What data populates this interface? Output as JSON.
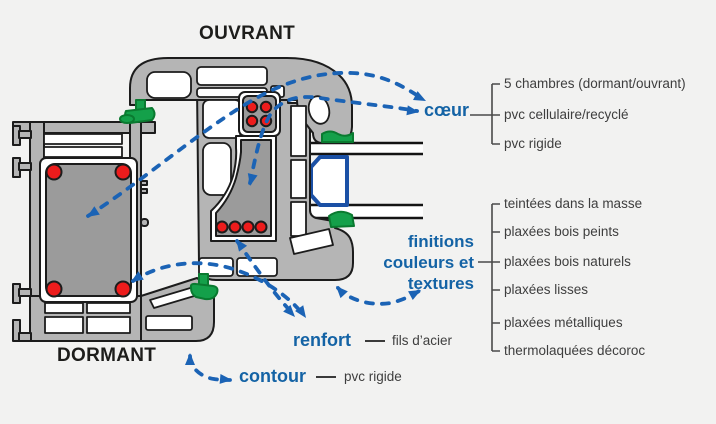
{
  "diagram": {
    "ouvrant_label": "OUVRANT",
    "dormant_label": "DORMANT"
  },
  "legend": {
    "coeur": {
      "term": "cœur",
      "items": [
        "5 chambres (dormant/ouvrant)",
        "pvc cellulaire/recyclé",
        "pvc rigide"
      ]
    },
    "finitions": {
      "term_lines": [
        "finitions",
        "couleurs et",
        "textures"
      ],
      "items": [
        "teintées dans la masse",
        "plaxées bois peints",
        "plaxées bois naturels",
        "plaxées lisses",
        "plaxées métalliques",
        "thermolaquées décoroc"
      ]
    },
    "renfort": {
      "term": "renfort",
      "detail": "fils d’acier"
    },
    "contour": {
      "term": "contour",
      "detail": "pvc rigide"
    }
  },
  "colors": {
    "background": "#f2f2f1",
    "profile_gray": "#b5b5b5",
    "reinforced_chamber_gray": "#9b9b9b",
    "outline": "#1c1c1c",
    "steel_red": "#ed1c1c",
    "seal_green": "#14a04a",
    "seal_green_dark": "#0a7a30",
    "arrow_blue": "#1b63b5",
    "accent_blue": "#1463a5",
    "glass_spacer_blue": "#1b50a5",
    "list_text": "#3e3e3e"
  }
}
